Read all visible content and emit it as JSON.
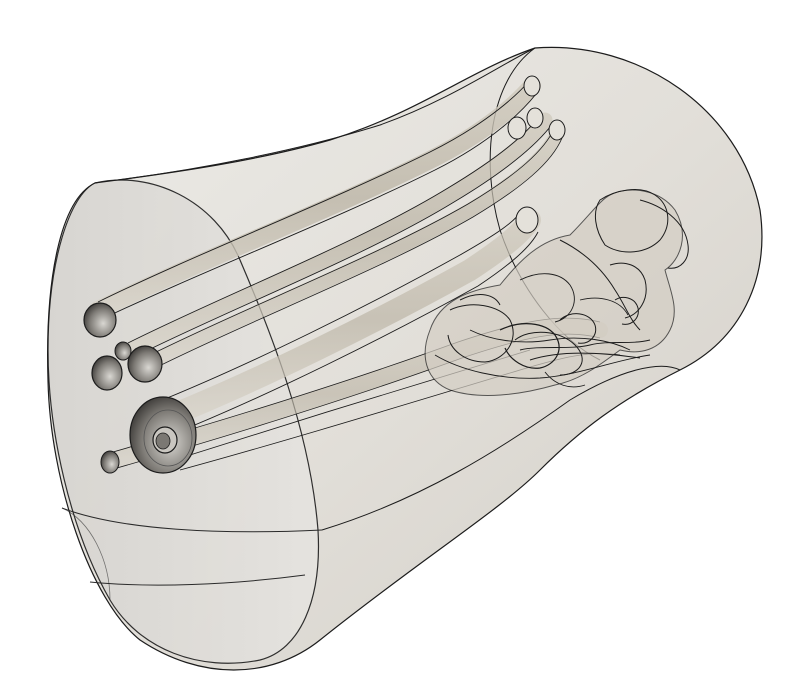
{
  "model": {
    "kind": "translucent-cad-body",
    "body_color": "#e3e0da",
    "body_shadow_color": "#cfcbc4",
    "edge_color": "#1c1c1c",
    "bore_fill": "#8e8a84",
    "bore_dark": "#3c3a37",
    "channel_count": 6,
    "internal_cavity": "complex-organic-insert"
  }
}
